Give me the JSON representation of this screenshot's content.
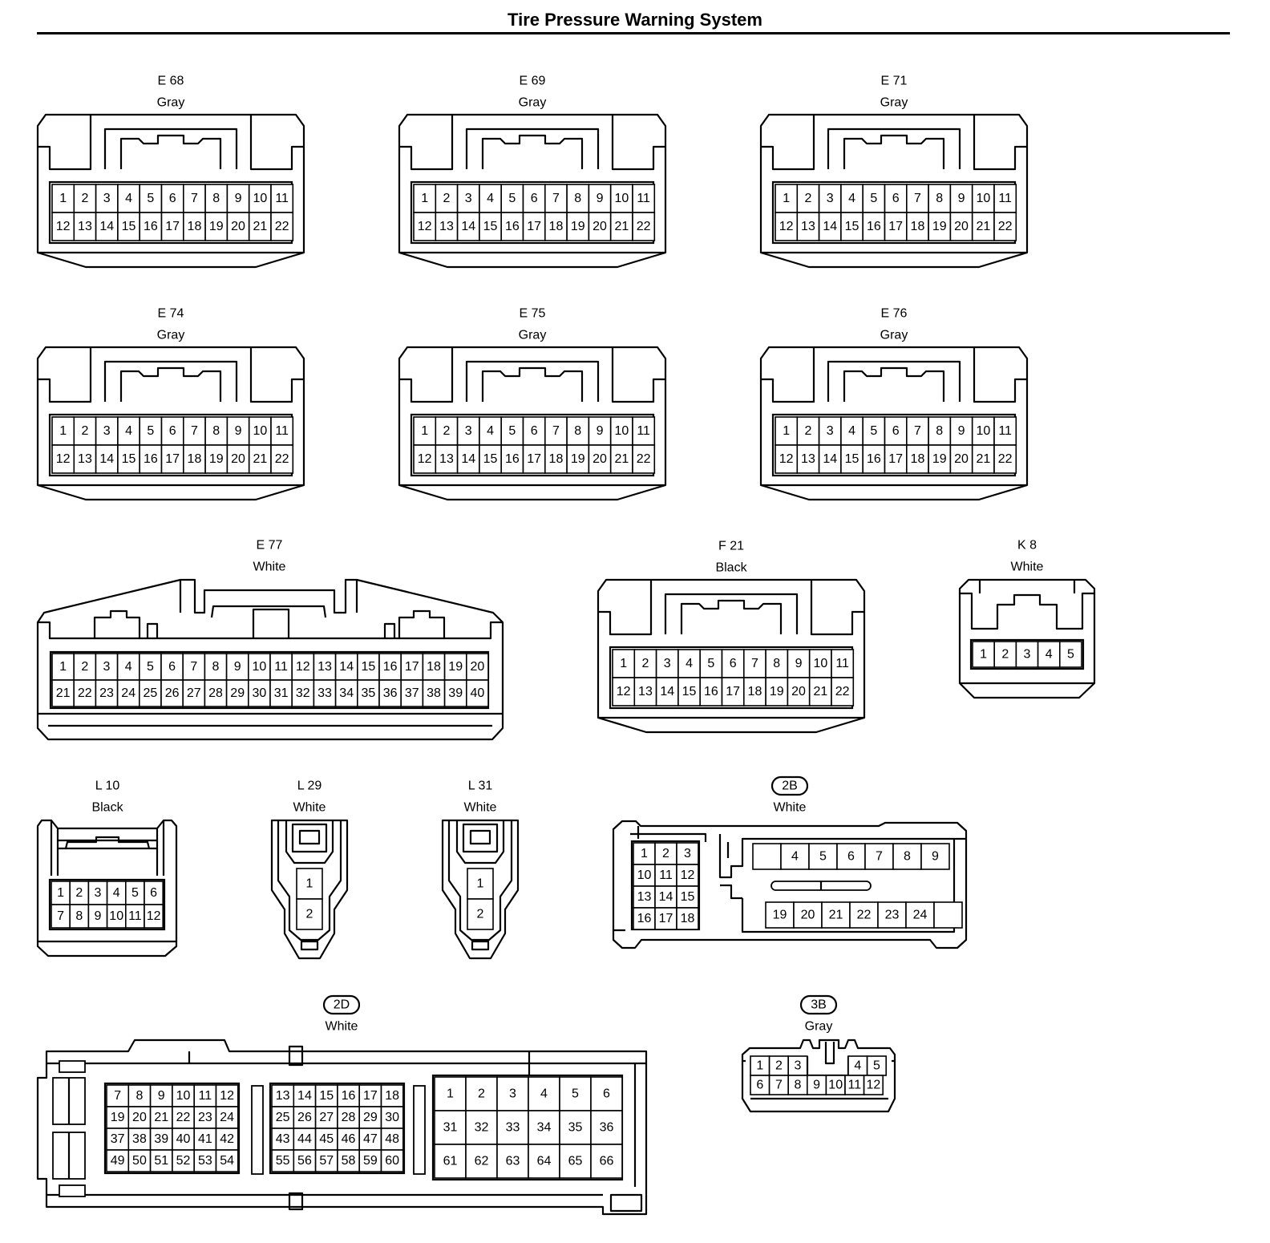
{
  "title": "Tire Pressure Warning System",
  "connectors": [
    {
      "id": "E 68",
      "color": "Gray",
      "rows": [
        [
          "1",
          "2",
          "3",
          "4",
          "5",
          "6",
          "7",
          "8",
          "9",
          "10",
          "11"
        ],
        [
          "12",
          "13",
          "14",
          "15",
          "16",
          "17",
          "18",
          "19",
          "20",
          "21",
          "22"
        ]
      ]
    },
    {
      "id": "E 69",
      "color": "Gray",
      "rows": [
        [
          "1",
          "2",
          "3",
          "4",
          "5",
          "6",
          "7",
          "8",
          "9",
          "10",
          "11"
        ],
        [
          "12",
          "13",
          "14",
          "15",
          "16",
          "17",
          "18",
          "19",
          "20",
          "21",
          "22"
        ]
      ]
    },
    {
      "id": "E 71",
      "color": "Gray",
      "rows": [
        [
          "1",
          "2",
          "3",
          "4",
          "5",
          "6",
          "7",
          "8",
          "9",
          "10",
          "11"
        ],
        [
          "12",
          "13",
          "14",
          "15",
          "16",
          "17",
          "18",
          "19",
          "20",
          "21",
          "22"
        ]
      ]
    },
    {
      "id": "E 74",
      "color": "Gray",
      "rows": [
        [
          "1",
          "2",
          "3",
          "4",
          "5",
          "6",
          "7",
          "8",
          "9",
          "10",
          "11"
        ],
        [
          "12",
          "13",
          "14",
          "15",
          "16",
          "17",
          "18",
          "19",
          "20",
          "21",
          "22"
        ]
      ]
    },
    {
      "id": "E 75",
      "color": "Gray",
      "rows": [
        [
          "1",
          "2",
          "3",
          "4",
          "5",
          "6",
          "7",
          "8",
          "9",
          "10",
          "11"
        ],
        [
          "12",
          "13",
          "14",
          "15",
          "16",
          "17",
          "18",
          "19",
          "20",
          "21",
          "22"
        ]
      ]
    },
    {
      "id": "E 76",
      "color": "Gray",
      "rows": [
        [
          "1",
          "2",
          "3",
          "4",
          "5",
          "6",
          "7",
          "8",
          "9",
          "10",
          "11"
        ],
        [
          "12",
          "13",
          "14",
          "15",
          "16",
          "17",
          "18",
          "19",
          "20",
          "21",
          "22"
        ]
      ]
    },
    {
      "id": "E 77",
      "color": "White",
      "rows": [
        [
          "1",
          "2",
          "3",
          "4",
          "5",
          "6",
          "7",
          "8",
          "9",
          "10",
          "11",
          "12",
          "13",
          "14",
          "15",
          "16",
          "17",
          "18",
          "19",
          "20"
        ],
        [
          "21",
          "22",
          "23",
          "24",
          "25",
          "26",
          "27",
          "28",
          "29",
          "30",
          "31",
          "32",
          "33",
          "34",
          "35",
          "36",
          "37",
          "38",
          "39",
          "40"
        ]
      ]
    },
    {
      "id": "F 21",
      "color": "Black",
      "rows": [
        [
          "1",
          "2",
          "3",
          "4",
          "5",
          "6",
          "7",
          "8",
          "9",
          "10",
          "11"
        ],
        [
          "12",
          "13",
          "14",
          "15",
          "16",
          "17",
          "18",
          "19",
          "20",
          "21",
          "22"
        ]
      ]
    },
    {
      "id": "K 8",
      "color": "White",
      "rows": [
        [
          "1",
          "2",
          "3",
          "4",
          "5"
        ]
      ]
    },
    {
      "id": "L 10",
      "color": "Black",
      "rows": [
        [
          "1",
          "2",
          "3",
          "4",
          "5",
          "6"
        ],
        [
          "7",
          "8",
          "9",
          "10",
          "11",
          "12"
        ]
      ]
    },
    {
      "id": "L 29",
      "color": "White",
      "rows": [
        [
          "1"
        ],
        [
          "2"
        ]
      ]
    },
    {
      "id": "L 31",
      "color": "White",
      "rows": [
        [
          "1"
        ],
        [
          "2"
        ]
      ]
    },
    {
      "id": "2B",
      "color": "White",
      "circled": true,
      "blockA": [
        [
          "1",
          "2",
          "3"
        ],
        [
          "10",
          "11",
          "12"
        ],
        [
          "13",
          "14",
          "15"
        ],
        [
          "16",
          "17",
          "18"
        ]
      ],
      "rowTop": [
        "",
        "4",
        "5",
        "6",
        "7",
        "8",
        "9"
      ],
      "rowBottom": [
        "19",
        "20",
        "21",
        "22",
        "23",
        "24",
        ""
      ]
    },
    {
      "id": "2D",
      "color": "White",
      "circled": true,
      "blockA": [
        [
          "7",
          "8",
          "9",
          "10",
          "11",
          "12"
        ],
        [
          "19",
          "20",
          "21",
          "22",
          "23",
          "24"
        ],
        [
          "37",
          "38",
          "39",
          "40",
          "41",
          "42"
        ],
        [
          "49",
          "50",
          "51",
          "52",
          "53",
          "54"
        ]
      ],
      "blockB": [
        [
          "13",
          "14",
          "15",
          "16",
          "17",
          "18"
        ],
        [
          "25",
          "26",
          "27",
          "28",
          "29",
          "30"
        ],
        [
          "43",
          "44",
          "45",
          "46",
          "47",
          "48"
        ],
        [
          "55",
          "56",
          "57",
          "58",
          "59",
          "60"
        ]
      ],
      "blockC": [
        [
          "1",
          "2",
          "3",
          "4",
          "5",
          "6"
        ],
        [
          "31",
          "32",
          "33",
          "34",
          "35",
          "36"
        ],
        [
          "61",
          "62",
          "63",
          "64",
          "65",
          "66"
        ]
      ]
    },
    {
      "id": "3B",
      "color": "Gray",
      "circled": true,
      "rowTop": [
        "1",
        "2",
        "3",
        "",
        "4",
        "5"
      ],
      "rowBottom": [
        "6",
        "7",
        "8",
        "9",
        "10",
        "11",
        "12"
      ]
    }
  ]
}
